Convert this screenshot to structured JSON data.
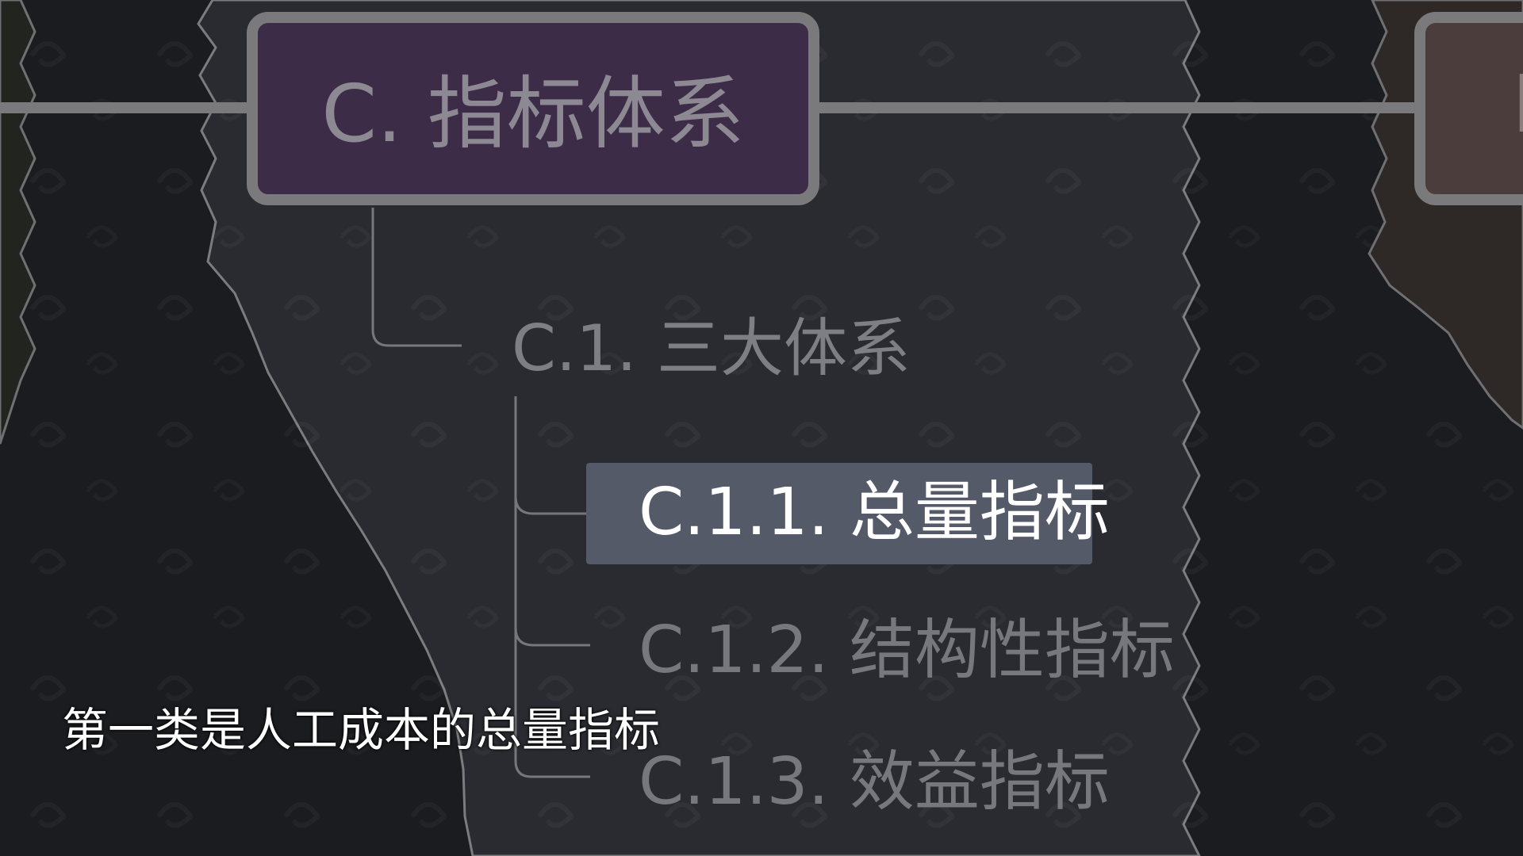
{
  "mindmap": {
    "root": {
      "label": "C. 指标体系"
    },
    "branch": {
      "label": "C.1. 三大体系"
    },
    "leaves": [
      {
        "label": "C.1.1. 总量指标",
        "selected": true
      },
      {
        "label": "C.1.2. 结构性指标",
        "selected": false
      },
      {
        "label": "C.1.3. 效益指标",
        "selected": false
      }
    ],
    "right_node": {
      "visible_text": "I"
    }
  },
  "subtitle": {
    "text": "第一类是人工成本的总量指标"
  },
  "colors": {
    "background": "#1b1c20",
    "center_panel": "#2a2b31",
    "root_fill": "#3d2c48",
    "node_border": "#7a7a7c",
    "selected_fill": "#555a68",
    "selected_text": "#ffffff",
    "dim_text": "#77787d",
    "right_node_fill": "#4a3d3c",
    "subtitle_text": "#ffffff"
  }
}
